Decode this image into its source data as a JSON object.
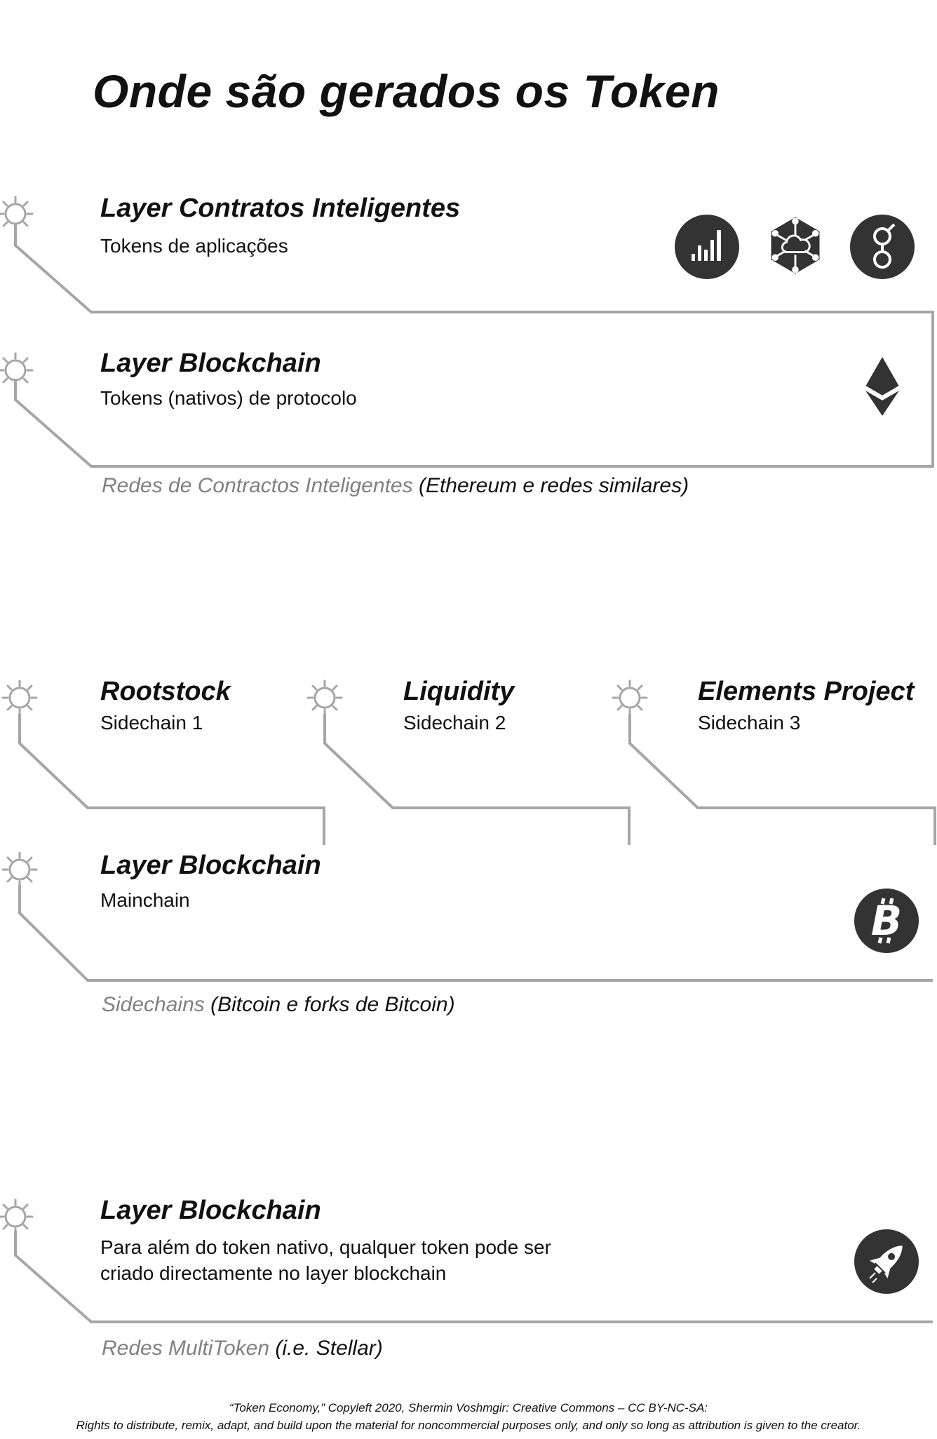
{
  "title": "Onde são gerados os Token",
  "section1": {
    "layer_contracts": {
      "heading": "Layer Contratos Inteligentes",
      "subtitle": "Tokens de aplicações"
    },
    "layer_blockchain": {
      "heading": "Layer Blockchain",
      "subtitle": "Tokens (nativos) de protocolo"
    },
    "caption_gray": "Redes de Contractos Inteligentes",
    "caption_black": "(Ethereum e redes similares)",
    "icons": [
      "bar-chart-icon",
      "cloud-network-icon",
      "golem-icon",
      "ethereum-icon"
    ]
  },
  "section2": {
    "sidechains": [
      {
        "heading": "Rootstock",
        "subtitle": "Sidechain 1"
      },
      {
        "heading": "Liquidity",
        "subtitle": "Sidechain 2"
      },
      {
        "heading": "Elements Project",
        "subtitle": "Sidechain 3"
      }
    ],
    "mainchain": {
      "heading": "Layer Blockchain",
      "subtitle": "Mainchain"
    },
    "caption_gray": "Sidechains",
    "caption_black": "(Bitcoin e forks de Bitcoin)",
    "icons": [
      "bitcoin-icon"
    ]
  },
  "section3": {
    "layer_blockchain": {
      "heading": "Layer Blockchain",
      "line1": "Para além do token nativo, qualquer token pode ser",
      "line2": "criado directamente no layer blockchain"
    },
    "caption_gray": "Redes MultiToken",
    "caption_black": "(i.e. Stellar)",
    "icons": [
      "rocket-icon"
    ]
  },
  "footer": {
    "line1": "“Token Economy,” Copyleft 2020, Shermin Voshmgir: Creative Commons – CC BY-NC-SA:",
    "line2": "Rights to distribute, remix, adapt, and build upon the material  for noncommercial purposes only, and only so long as attribution is given to the creator."
  },
  "colors": {
    "line": "#a6a6a6",
    "icon_bg": "#333333",
    "caption_gray": "#808080"
  }
}
